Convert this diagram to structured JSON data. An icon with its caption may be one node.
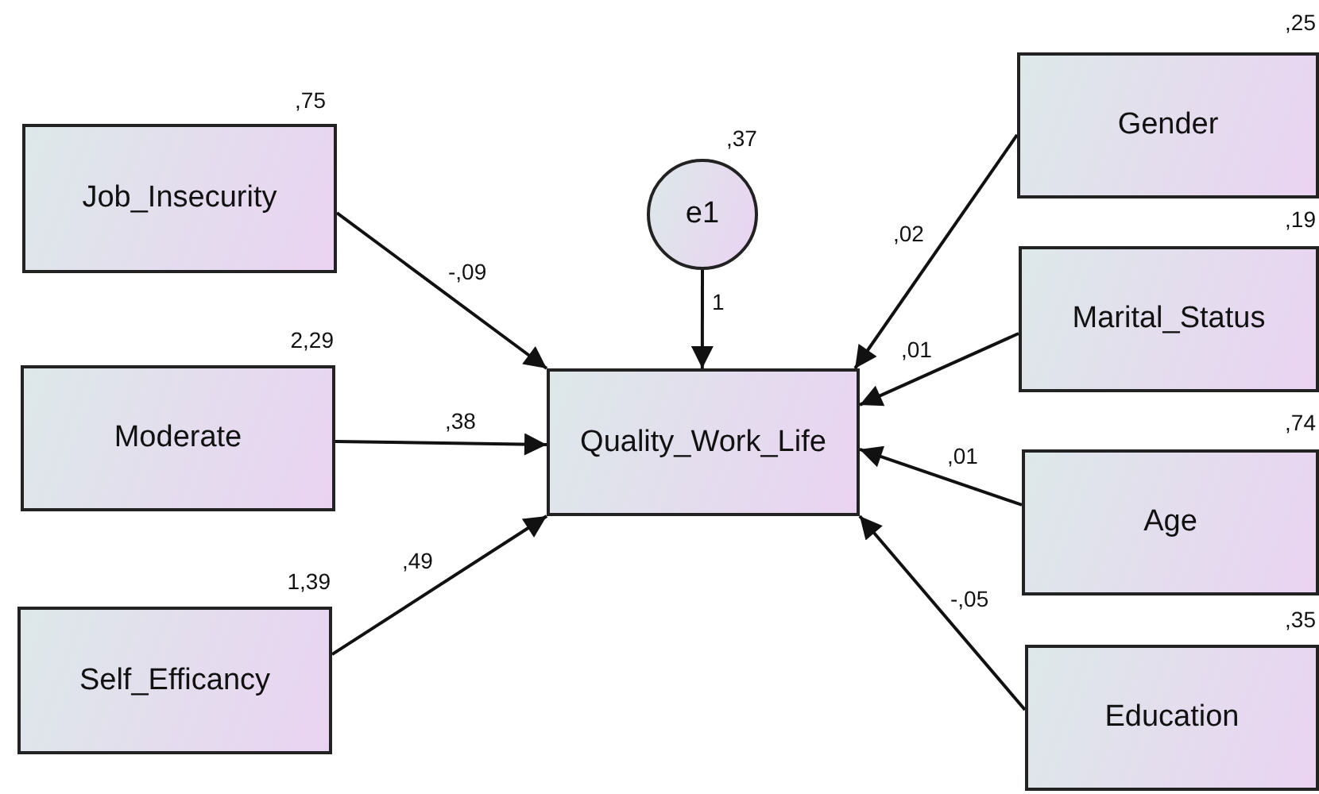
{
  "diagram": {
    "nodes": [
      {
        "text": [
          "Job_Insecurity"
        ],
        "beside": [
          ",75"
        ]
      },
      {
        "text": [
          "Moderate"
        ],
        "beside": [
          "2,29"
        ]
      },
      {
        "text": [
          "Self_Efficancy"
        ],
        "beside": [
          "1,39"
        ]
      },
      {
        "text": [
          "e1"
        ],
        "beside": [
          ",37"
        ]
      },
      {
        "text": [
          "Quality_Work_Life"
        ]
      },
      {
        "text": [
          "Gender"
        ],
        "beside": [
          ",25"
        ]
      },
      {
        "text": [
          "Marital_Status"
        ],
        "beside": [
          ",19"
        ]
      },
      {
        "text": [
          "Age"
        ],
        "beside": [
          ",74"
        ]
      },
      {
        "text": [
          "Education"
        ],
        "beside": [
          ",35"
        ]
      }
    ],
    "edges": [
      {
        "from": 0,
        "to": 4,
        "arrow": "to",
        "label": "-,09"
      },
      {
        "from": 1,
        "to": 4,
        "arrow": "to",
        "label": ",38"
      },
      {
        "from": 2,
        "to": 4,
        "arrow": "to",
        "label": ",49"
      },
      {
        "from": 3,
        "to": 4,
        "arrow": "to",
        "label": "1"
      },
      {
        "from": 5,
        "to": 4,
        "arrow": "to",
        "label": ",02"
      },
      {
        "from": 6,
        "to": 4,
        "arrow": "to",
        "label": ",01"
      },
      {
        "from": 7,
        "to": 4,
        "arrow": "to",
        "label": ",01"
      },
      {
        "from": 8,
        "to": 4,
        "arrow": "to",
        "label": "-,05"
      }
    ]
  }
}
